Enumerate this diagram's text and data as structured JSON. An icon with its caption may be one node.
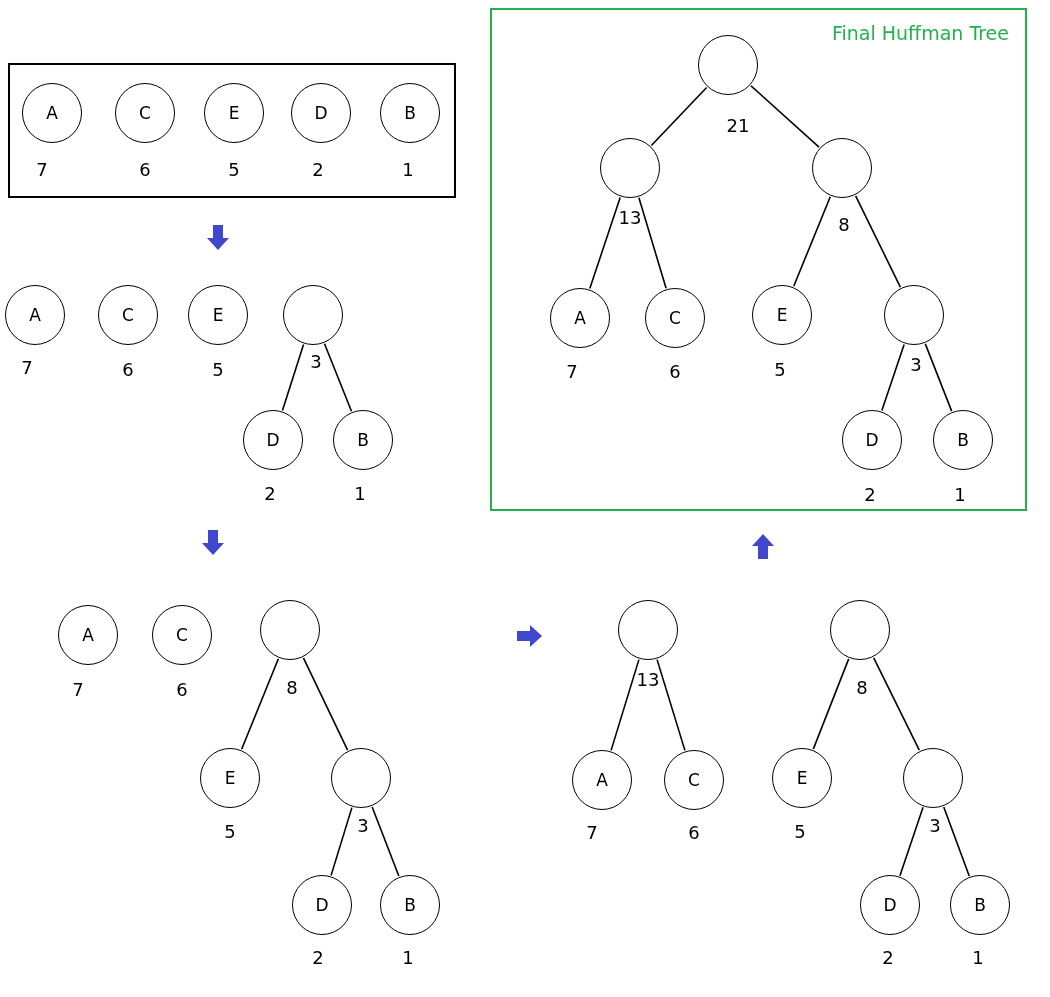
{
  "diagram": {
    "nodes": [
      {
        "text": [],
        "shape": "box"
      },
      {
        "text": [
          "A"
        ],
        "beside": [
          "7"
        ],
        "in": 0
      },
      {
        "text": [
          "C"
        ],
        "beside": [
          "6"
        ],
        "in": 0
      },
      {
        "text": [
          "E"
        ],
        "beside": [
          "5"
        ],
        "in": 0
      },
      {
        "text": [
          "D"
        ],
        "beside": [
          "2"
        ],
        "in": 0
      },
      {
        "text": [
          "B"
        ],
        "beside": [
          "1"
        ],
        "in": 0
      },
      {
        "text": [
          "Final Huffman Tree"
        ]
      },
      {
        "text": [],
        "shape": "circle",
        "beside": [
          "21"
        ],
        "in": 6
      },
      {
        "text": [],
        "shape": "circle",
        "beside": [
          "13"
        ],
        "in": 6
      },
      {
        "text": [],
        "shape": "circle",
        "beside": [
          "8"
        ],
        "in": 6
      },
      {
        "text": [
          "A"
        ],
        "beside": [
          "7"
        ],
        "in": 6
      },
      {
        "text": [
          "C"
        ],
        "beside": [
          "6"
        ],
        "in": 6
      },
      {
        "text": [
          "E"
        ],
        "beside": [
          "5"
        ],
        "in": 6
      },
      {
        "text": [],
        "shape": "circle",
        "beside": [
          "3"
        ],
        "in": 6
      },
      {
        "text": [
          "D"
        ],
        "beside": [
          "2"
        ],
        "in": 6
      },
      {
        "text": [
          "B"
        ],
        "beside": [
          "1"
        ],
        "in": 6
      },
      {
        "text": [
          "A"
        ],
        "beside": [
          "7"
        ]
      },
      {
        "text": [
          "C"
        ],
        "beside": [
          "6"
        ]
      },
      {
        "text": [
          "E"
        ],
        "beside": [
          "5"
        ]
      },
      {
        "text": [],
        "shape": "circle",
        "beside": [
          "3"
        ]
      },
      {
        "text": [
          "D"
        ],
        "beside": [
          "2"
        ]
      },
      {
        "text": [
          "B"
        ],
        "beside": [
          "1"
        ]
      },
      {
        "text": [
          "A"
        ],
        "beside": [
          "7"
        ]
      },
      {
        "text": [
          "C"
        ],
        "beside": [
          "6"
        ]
      },
      {
        "text": [],
        "shape": "circle",
        "beside": [
          "8"
        ]
      },
      {
        "text": [
          "E"
        ],
        "beside": [
          "5"
        ]
      },
      {
        "text": [],
        "shape": "circle",
        "beside": [
          "3"
        ]
      },
      {
        "text": [
          "D"
        ],
        "beside": [
          "2"
        ]
      },
      {
        "text": [
          "B"
        ],
        "beside": [
          "1"
        ]
      },
      {
        "text": [],
        "shape": "circle",
        "beside": [
          "13"
        ]
      },
      {
        "text": [],
        "shape": "circle",
        "beside": [
          "8"
        ]
      },
      {
        "text": [
          "A"
        ],
        "beside": [
          "7"
        ]
      },
      {
        "text": [
          "C"
        ],
        "beside": [
          "6"
        ]
      },
      {
        "text": [
          "E"
        ],
        "beside": [
          "5"
        ]
      },
      {
        "text": [],
        "shape": "circle",
        "beside": [
          "3"
        ]
      },
      {
        "text": [
          "D"
        ],
        "beside": [
          "2"
        ]
      },
      {
        "text": [
          "B"
        ],
        "beside": [
          "1"
        ]
      }
    ],
    "edges": [
      {
        "from": 7,
        "to": 8,
        "arrow": "none"
      },
      {
        "from": 7,
        "to": 9,
        "arrow": "none"
      },
      {
        "from": 8,
        "to": 10,
        "arrow": "none"
      },
      {
        "from": 8,
        "to": 11,
        "arrow": "none"
      },
      {
        "from": 9,
        "to": 12,
        "arrow": "none"
      },
      {
        "from": 9,
        "to": 13,
        "arrow": "none"
      },
      {
        "from": 13,
        "to": 14,
        "arrow": "none"
      },
      {
        "from": 13,
        "to": 15,
        "arrow": "none"
      },
      {
        "from": 19,
        "to": 20,
        "arrow": "none"
      },
      {
        "from": 19,
        "to": 21,
        "arrow": "none"
      },
      {
        "from": 24,
        "to": 25,
        "arrow": "none"
      },
      {
        "from": 24,
        "to": 26,
        "arrow": "none"
      },
      {
        "from": 26,
        "to": 27,
        "arrow": "none"
      },
      {
        "from": 26,
        "to": 28,
        "arrow": "none"
      },
      {
        "from": 29,
        "to": 31,
        "arrow": "none"
      },
      {
        "from": 29,
        "to": 32,
        "arrow": "none"
      },
      {
        "from": 30,
        "to": 33,
        "arrow": "none"
      },
      {
        "from": 30,
        "to": 34,
        "arrow": "none"
      },
      {
        "from": 34,
        "to": 35,
        "arrow": "none"
      },
      {
        "from": 34,
        "to": 36,
        "arrow": "none"
      }
    ]
  }
}
